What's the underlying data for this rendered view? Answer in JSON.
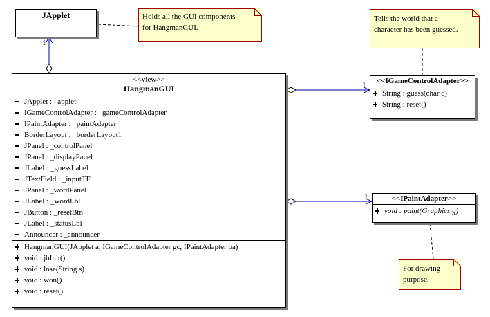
{
  "classes": {
    "japplet": {
      "name": "JApplet"
    },
    "hangman": {
      "stereotype": "<<view>>",
      "name": "HangmanGUI",
      "attributes": [
        "JApplet : _applet",
        "IGameControlAdapter : _gameControlAdapter",
        "IPaintAdapter : _paintAdapter",
        "BorderLayout : _borderLayout1",
        "JPanel : _controlPanel",
        "JPanel : _displayPanel",
        "JLabel : _guessLabel",
        "JTextField : _inputTF",
        "JPanel : _wordPanel",
        "JLabel : _wordLbl",
        "JButton : _resetBtn",
        "JLabel : _statusLbl",
        "Announcer : _announcer"
      ],
      "operations": [
        "HangmanGUI(JApplet a, IGameControlAdapter gc, IPaintAdapter pa)",
        "void : jbInit()",
        "void : lose(String s)",
        "void : won()",
        "void : reset()"
      ]
    },
    "gamecontrol": {
      "name": "<<IGameControlAdapter>>",
      "operations": [
        "String : guess(char c)",
        "String : reset()"
      ]
    },
    "paint": {
      "name": "<<IPaintAdapter>>",
      "operations": [
        "void : paint(Graphics g)"
      ]
    }
  },
  "notes": {
    "japplet_note": [
      "Holds all the GUI components",
      "for HangmanGUI."
    ],
    "gamecontrol_note": [
      "Tells the world that a",
      "character has been guessed."
    ],
    "paint_note": [
      "For drawing",
      "purpose."
    ]
  },
  "multiplicities": {
    "japplet": "1",
    "gamecontrol": "1",
    "paint": "1"
  },
  "colors": {
    "association": "#0000a0",
    "note_fill": "#ffffcc",
    "shadow": "#7a7a7a"
  }
}
